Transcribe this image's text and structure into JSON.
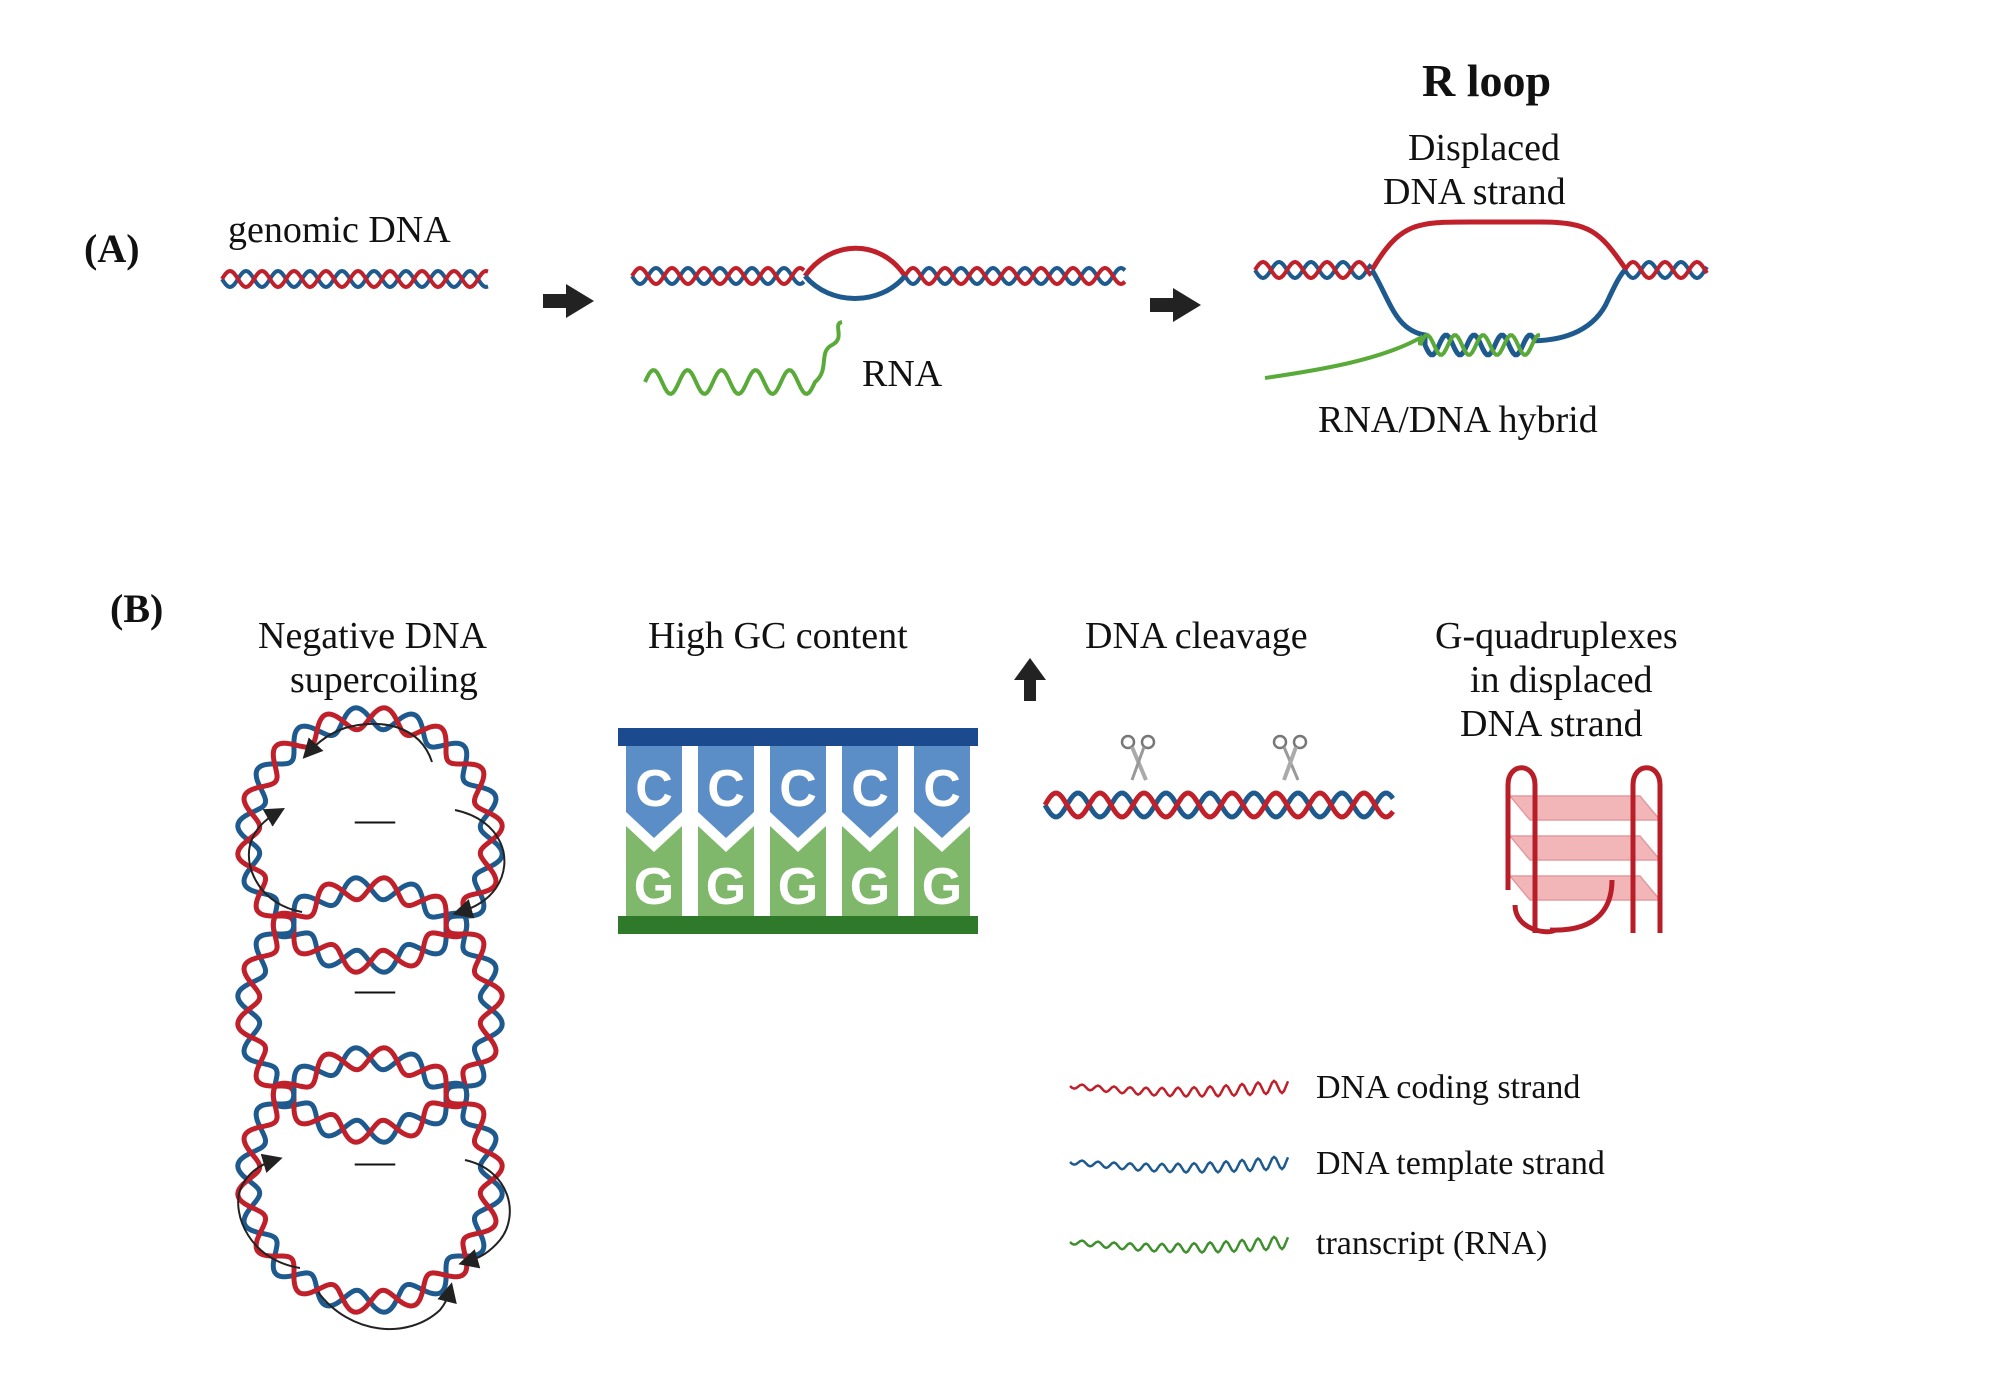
{
  "panel_a": {
    "label": "(A)",
    "genomic_dna": "genomic DNA",
    "rna": "RNA",
    "r_loop_title": "R loop",
    "displaced_line1": "Displaced",
    "displaced_line2": "DNA strand",
    "hybrid": "RNA/DNA hybrid"
  },
  "panel_b": {
    "label": "(B)",
    "supercoiling_line1": "Negative DNA",
    "supercoiling_line2": "supercoiling",
    "minus_sign": "—",
    "gc_title": "High GC content",
    "gc_top": [
      "C",
      "C",
      "C",
      "C",
      "C"
    ],
    "gc_bottom": [
      "G",
      "G",
      "G",
      "G",
      "G"
    ],
    "cleavage_title": "DNA cleavage",
    "gquad_line1": "G-quadruplexes",
    "gquad_line2": "in displaced",
    "gquad_line3": "DNA strand"
  },
  "legend": {
    "items": [
      {
        "label": "DNA coding strand",
        "color": "#c0202a"
      },
      {
        "label": "DNA template strand",
        "color": "#1f5a8f"
      },
      {
        "label": "transcript (RNA)",
        "color": "#3f8f2f"
      }
    ]
  },
  "colors": {
    "coding": "#c0202a",
    "template": "#1f5a8f",
    "rna": "#5aaa3a",
    "c_block": "#5b8dc6",
    "c_bar": "#1c4a8f",
    "g_block": "#7fb86a",
    "g_bar": "#2f7a2a",
    "gquad_plate": "#f2b5b8",
    "arrow": "#222222"
  }
}
